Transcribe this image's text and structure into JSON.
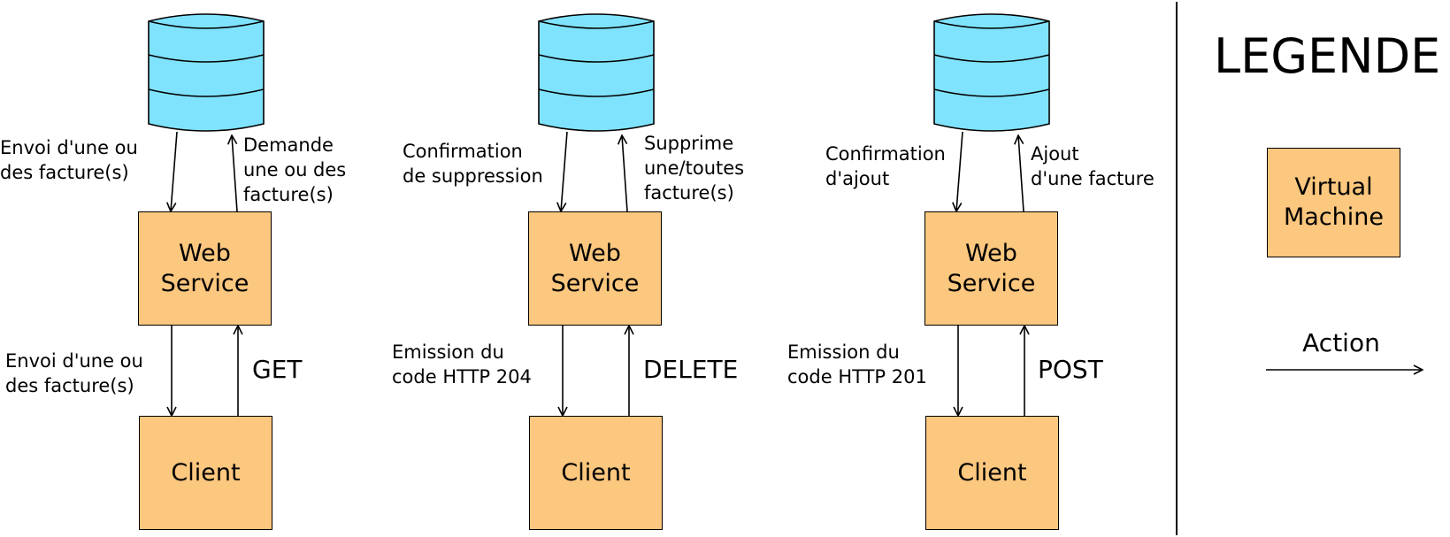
{
  "colors": {
    "vm": "#fcc77e",
    "db": "#80e3fd"
  },
  "flows": [
    {
      "db_to_ws": "Envoi d'une ou\ndes facture(s)",
      "ws_to_db": "Demande\nune ou des\nfacture(s)",
      "web_service": "Web\nService",
      "response": "Envoi d'une ou\ndes facture(s)",
      "method": "GET",
      "client": "Client"
    },
    {
      "db_to_ws": "Confirmation\nde suppression",
      "ws_to_db": "Supprime\nune/toutes\nfacture(s)",
      "web_service": "Web\nService",
      "response": "Emission du\ncode HTTP 204",
      "method": "DELETE",
      "client": "Client"
    },
    {
      "db_to_ws": "Confirmation\nd'ajout",
      "ws_to_db": "Ajout\nd'une facture",
      "web_service": "Web\nService",
      "response": "Emission du\ncode HTTP 201",
      "method": "POST",
      "client": "Client"
    }
  ],
  "legend": {
    "title": "LEGENDE",
    "vm_label": "Virtual\nMachine",
    "action_label": "Action"
  }
}
